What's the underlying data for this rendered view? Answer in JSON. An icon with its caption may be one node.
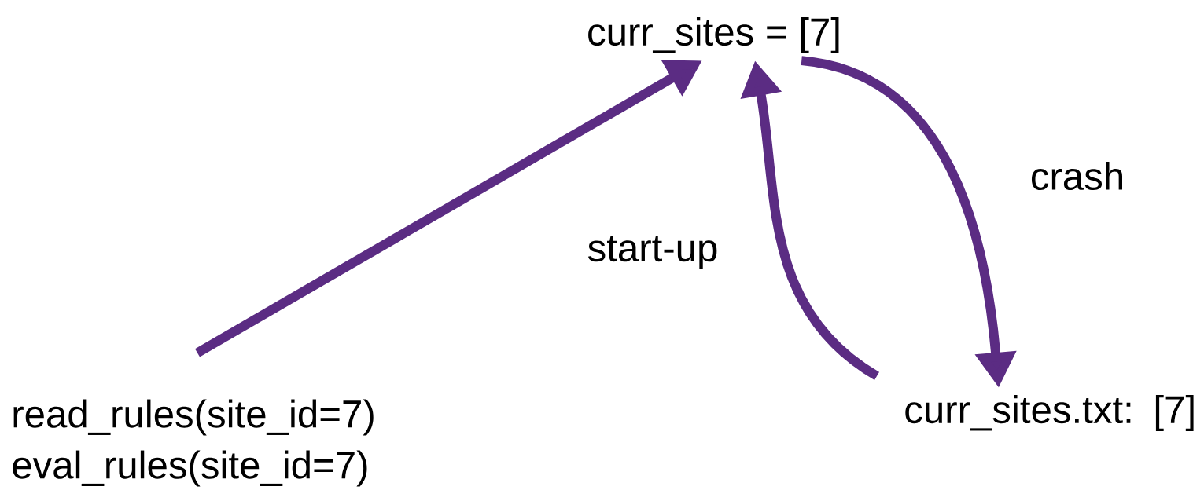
{
  "diagram": {
    "nodes": [
      {
        "text": [
          "curr_sites = [7]"
        ]
      },
      {
        "text": [
          "read_rules(site_id=7)",
          "eval_rules(site_id=7)"
        ]
      },
      {
        "text": [
          "curr_sites.txt: [7]"
        ]
      }
    ],
    "edges": [
      {
        "from": 1,
        "to": 0,
        "arrow": "to"
      },
      {
        "from": 0,
        "to": 2,
        "arrow": "to",
        "label": "crash"
      },
      {
        "from": 2,
        "to": 0,
        "arrow": "to",
        "label": "start-up"
      }
    ]
  }
}
